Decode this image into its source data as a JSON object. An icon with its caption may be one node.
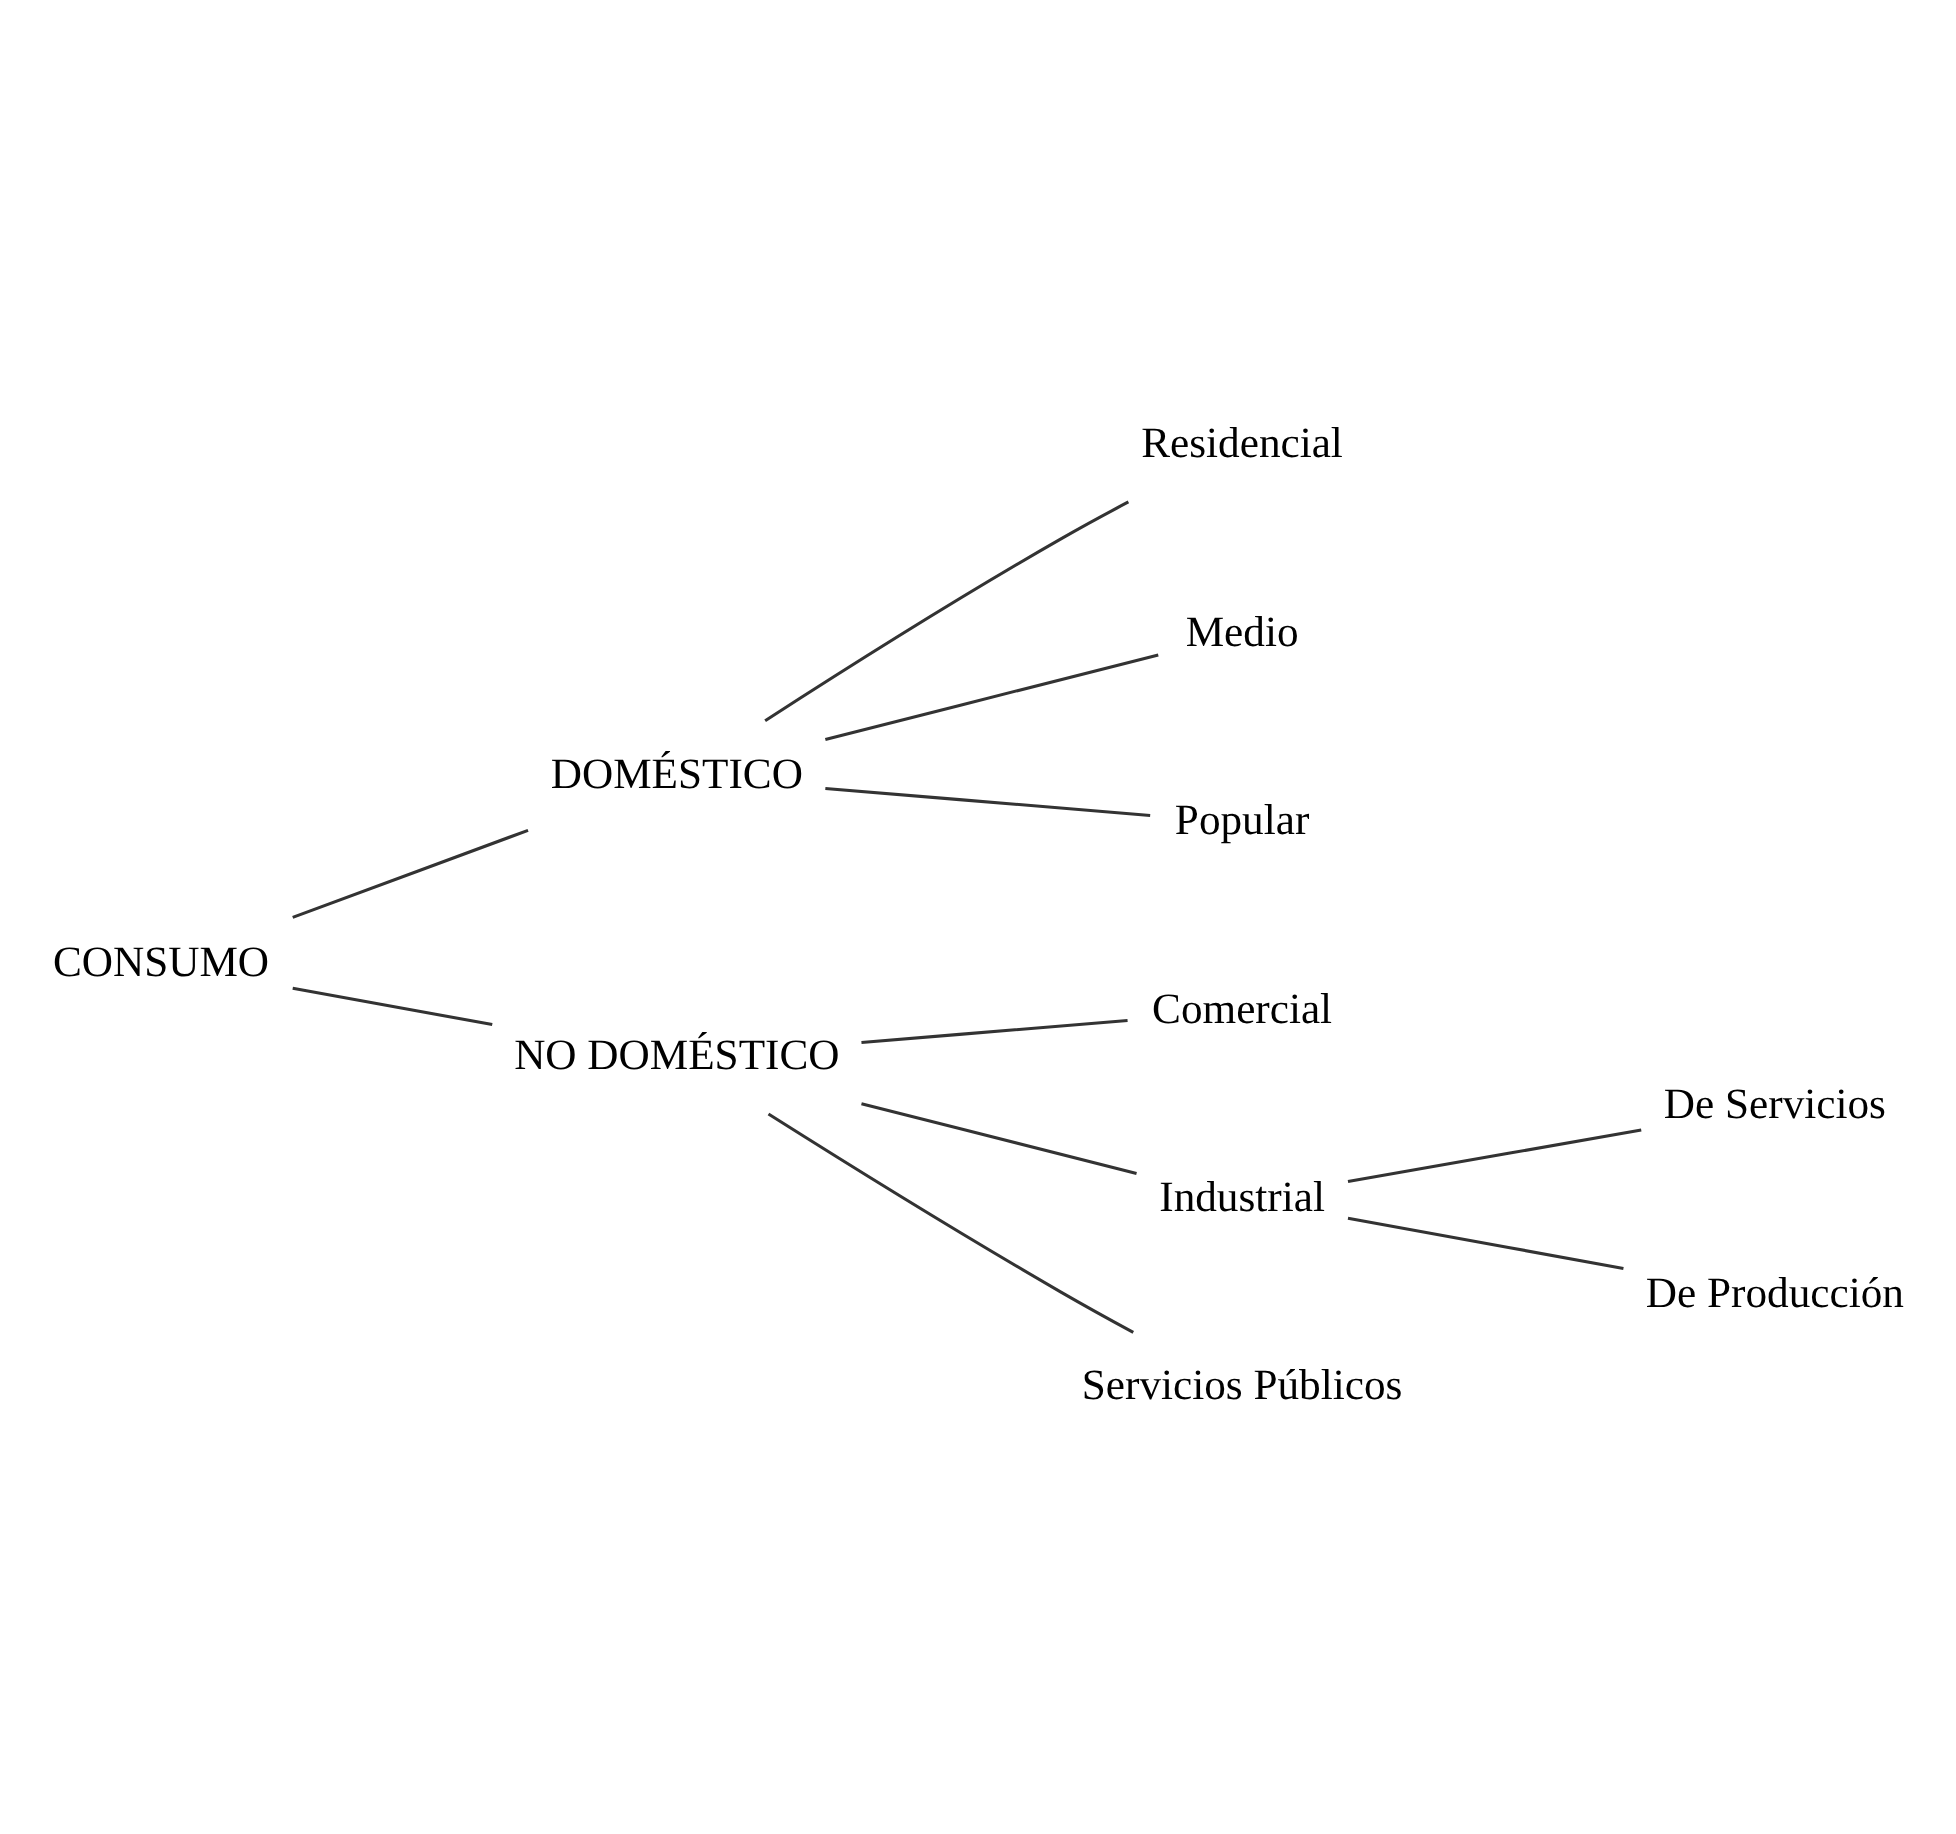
{
  "diagram": {
    "nodes": [
      {
        "text": [
          "CONSUMO"
        ]
      },
      {
        "text": [
          "DOMÉSTICO"
        ]
      },
      {
        "text": [
          "Residencial"
        ]
      },
      {
        "text": [
          "Medio"
        ]
      },
      {
        "text": [
          "Popular"
        ]
      },
      {
        "text": [
          "NO DOMÉSTICO"
        ]
      },
      {
        "text": [
          "Comercial"
        ]
      },
      {
        "text": [
          "Industrial"
        ]
      },
      {
        "text": [
          "De Servicios"
        ]
      },
      {
        "text": [
          "De Producción"
        ]
      },
      {
        "text": [
          "Servicios Públicos"
        ]
      }
    ],
    "edges": [
      {
        "from": 0,
        "to": 1,
        "arrow": "none"
      },
      {
        "from": 0,
        "to": 5,
        "arrow": "none"
      },
      {
        "from": 1,
        "to": 2,
        "arrow": "none"
      },
      {
        "from": 1,
        "to": 3,
        "arrow": "none"
      },
      {
        "from": 1,
        "to": 4,
        "arrow": "none"
      },
      {
        "from": 5,
        "to": 6,
        "arrow": "none"
      },
      {
        "from": 5,
        "to": 7,
        "arrow": "none"
      },
      {
        "from": 5,
        "to": 10,
        "arrow": "none"
      },
      {
        "from": 7,
        "to": 8,
        "arrow": "none"
      },
      {
        "from": 7,
        "to": 9,
        "arrow": "none"
      }
    ]
  }
}
